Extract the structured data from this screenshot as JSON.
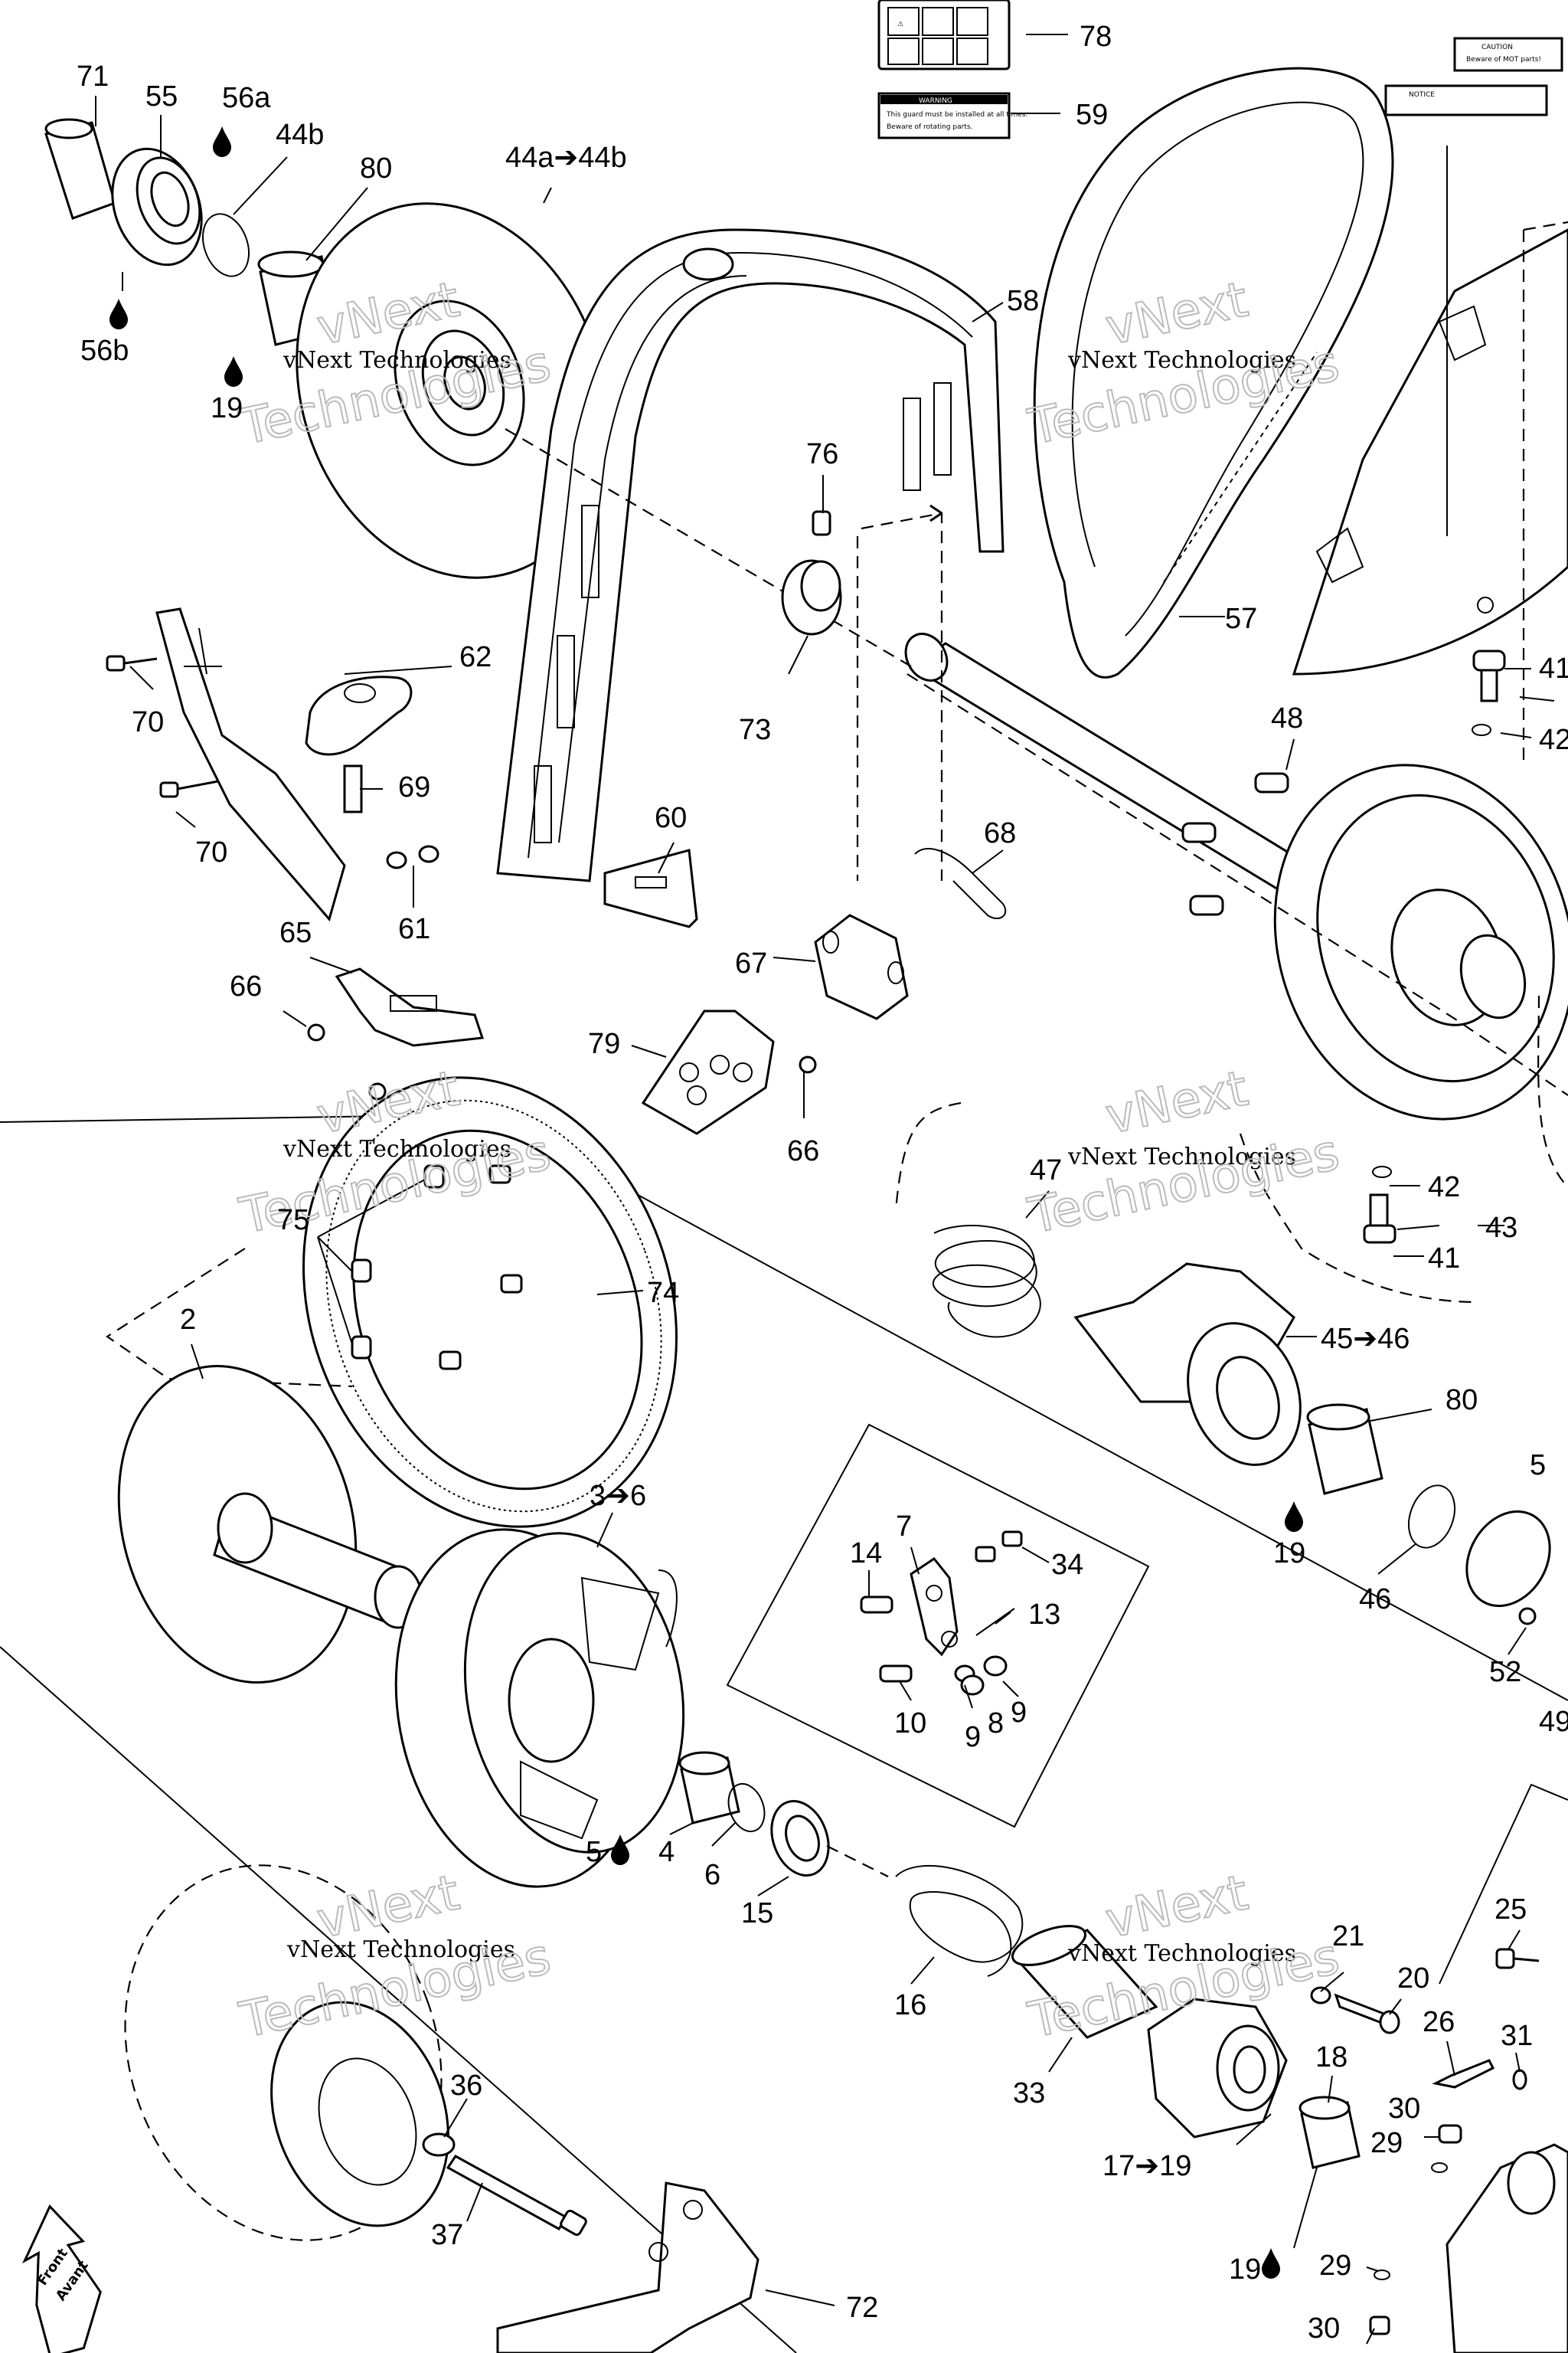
{
  "watermark": {
    "line1": "vNext Technologies",
    "big1": "vNext",
    "big2": "Technologies"
  },
  "front_arrow": {
    "line1": "Front",
    "line2": "Avant"
  },
  "labels": {
    "warning_heading": "WARNING",
    "warning_text_1": "This guard must be installed at all times.",
    "warning_text_2": "Beware of rotating parts.",
    "notice_heading": "CAUTION",
    "notice_text": "Beware of MOT parts!",
    "notice2_heading": "NOTICE"
  },
  "callouts": {
    "c71": "71",
    "c55": "55",
    "c56a": "56a",
    "c44b": "44b",
    "c80a": "80",
    "c44ab": "44a➔44b",
    "c78": "78",
    "c59": "59",
    "c56b": "56b",
    "c19a": "19",
    "c58": "58",
    "c76": "76",
    "c57": "57",
    "c62": "62",
    "c70a": "70",
    "c69": "69",
    "c73": "73",
    "c41a": "41",
    "c48": "48",
    "c42a": "42",
    "c70b": "70",
    "c60": "60",
    "c68": "68",
    "c61": "61",
    "c65": "65",
    "c67": "67",
    "c66a": "66",
    "c79": "79",
    "c66b": "66",
    "c47": "47",
    "c42b": "42",
    "c43": "43",
    "c41b": "41",
    "c75": "75",
    "c74": "74",
    "c4546": "45➔46",
    "c2": "2",
    "c80b": "80",
    "c36": "3➔6",
    "c5a": "5",
    "c19b": "19",
    "c7": "7",
    "c14": "14",
    "c34": "34",
    "c46": "46",
    "c13": "13",
    "c52": "52",
    "c9a": "9",
    "c10": "10",
    "c9b": "9",
    "c8": "8",
    "c5b": "5",
    "c4": "4",
    "c6": "6",
    "c15": "15",
    "c16": "16",
    "c25": "25",
    "c21": "21",
    "c20": "20",
    "c26": "26",
    "c18": "18",
    "c33": "33",
    "c31": "31",
    "c30a": "30",
    "c29a": "29",
    "c36b": "36",
    "c1719": "17➔19",
    "c19c": "19",
    "c37": "37",
    "c29b": "29",
    "c30b": "30",
    "c72": "72",
    "c49": "49"
  }
}
